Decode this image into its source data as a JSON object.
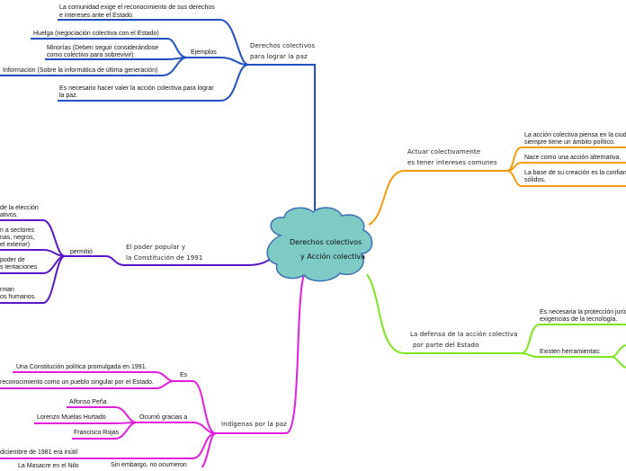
{
  "central": {
    "line1": "Derechos colectivos",
    "line2": "y Acción colectiva"
  },
  "colors": {
    "cloud_fill": "#7ecac4",
    "cloud_stroke": "#3b6fb6",
    "blue": "#1f4fc2",
    "orange": "#f59a0c",
    "green": "#7ee61c",
    "purple": "#5a16c8",
    "magenta": "#e41cde"
  },
  "blue_branch": {
    "title1": "Derechos colectivos",
    "title2": "para lograr la paz",
    "item1": {
      "line1": "La comunidad exige el reconocimiento de sus derechos",
      "line2": "e intereses ante el Estado."
    },
    "ejemplos": "Ejemplos",
    "huelga": "Huelga (negociación colectiva con el Estado)",
    "minorias1": "Minorías (Deben seguir considerándose",
    "minorias2": "como colectivo para sobrevivir)",
    "informacion": "Información (Sobre la informática de última generación)",
    "item3": {
      "line1": "Es necesario hacer valer la acción colectiva para lograr",
      "line2": "la paz."
    }
  },
  "orange_branch": {
    "title1": "Actuar colectivamente",
    "title2": "es tener intereses comunes",
    "item1": {
      "line1": "La acción colectiva piensa en la ciudad,",
      "line2": "siempre tiene un ámbito político."
    },
    "item2": "Nace como una acción alternativa.",
    "item3": {
      "line1": "La base de su creación es la confianza",
      "line2": "sólidos."
    }
  },
  "purple_branch": {
    "title1": "El poder popular y",
    "title2": "la Constitución de 1991",
    "permitio": "permitió",
    "item1": {
      "line1": "de la elección",
      "line2": "ativos."
    },
    "item2": {
      "line1": "n a sectores",
      "line2": "nas, negros,",
      "line3": "el exterior)"
    },
    "item3": {
      "line1": "poder de",
      "line2": "s tentaciones"
    },
    "item4": {
      "line1": "rman",
      "line2": "os humanos."
    }
  },
  "green_branch": {
    "title1": "La defensa de la acción colectiva",
    "title2": "por parte del Estado",
    "item1": {
      "line1": "Es necesaria la protección jurídica",
      "line2": "exigencias de la tecnología."
    },
    "item2": "Existen herramientas:"
  },
  "magenta_branch": {
    "title": "Indígenas por la paz",
    "es": "Es",
    "constitucion": "Una Constitución política promulgada en 1991.",
    "reconocimiento": "reconocimiento como un pueblo singular por el Estado.",
    "ocurrio": "Ocurrió gracias a",
    "alfonso": "Alfonso Peña",
    "lorenzo": "Lorenzo Muelas Hurtado",
    "francisco": "Francisco Rojas",
    "diciembre": "diciembre de 1981 era inútil",
    "embargo": "Sin embargo, no ocurrieron",
    "masacre": "La Masacre en el Nilo"
  }
}
